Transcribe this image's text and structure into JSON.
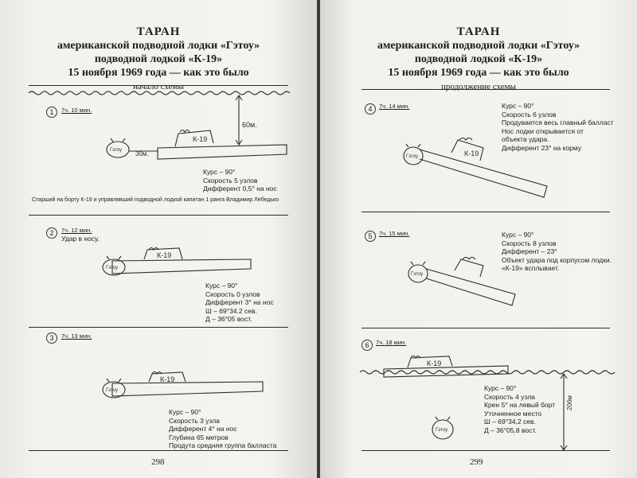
{
  "header": {
    "title": "ТАРАН",
    "line2": "американской подводной лодки «Гэтоу»",
    "line3": "подводной лодкой «К-19»",
    "line4": "15 ноября 1969 года — как это было"
  },
  "left_page": {
    "subtitle": "начало схемы",
    "page_number": "298",
    "caption": "Старший на борту К-19 и управлявший подводной лодкой капитан 1 ранга Владимир Лебедько",
    "steps": [
      {
        "num": "1",
        "time": "7ч. 10 мин.",
        "lines": [
          "Курс – 90°",
          "Скорость 5 узлов",
          "Дифферент 0,5° на нос"
        ],
        "depth": "60м.",
        "distance": "30м."
      },
      {
        "num": "2",
        "time": "7ч. 12 мин.",
        "note": "Удар в носу.",
        "lines": [
          "Курс – 90°",
          "Скорость 0 узлов",
          "Дифферент 3° на нос",
          "Ш – 69°34.2 сев.",
          "Д – 36°05 вост."
        ]
      },
      {
        "num": "3",
        "time": "7ч. 13 мин.",
        "lines": [
          "Курс – 90°",
          "Скорость 3 узла",
          "Дифферент 4° на нос",
          "Глубина 65 метров",
          "Продута средняя группа балласта"
        ]
      }
    ]
  },
  "right_page": {
    "subtitle": "продолжение схемы",
    "page_number": "299",
    "steps": [
      {
        "num": "4",
        "time": "7ч. 14 мин.",
        "lines": [
          "Курс – 90°",
          "Скорость 6 узлов",
          "Продувается весь главный балласт",
          "Нос лодки открывается от",
          "объекта удара.",
          "Дифферент 23° на корму"
        ]
      },
      {
        "num": "5",
        "time": "7ч. 15 мин.",
        "lines": [
          "Курс – 90°",
          "Скорость 8 узлов",
          "Дифферент – 23°",
          "Объект удара под корпусом лодки.",
          "«К-19» всплывает."
        ]
      },
      {
        "num": "6",
        "time": "7ч. 18 мин.",
        "lines": [
          "Курс – 90°",
          "Скорость 4 узла",
          "Крен 5° на левый борт",
          "Уточненное место",
          "Ш – 69°34,2 сев.",
          "Д – 36°05,8 вост."
        ],
        "depth": "20бм"
      }
    ]
  },
  "labels": {
    "k19": "К-19",
    "gato": "Гэтоу"
  }
}
